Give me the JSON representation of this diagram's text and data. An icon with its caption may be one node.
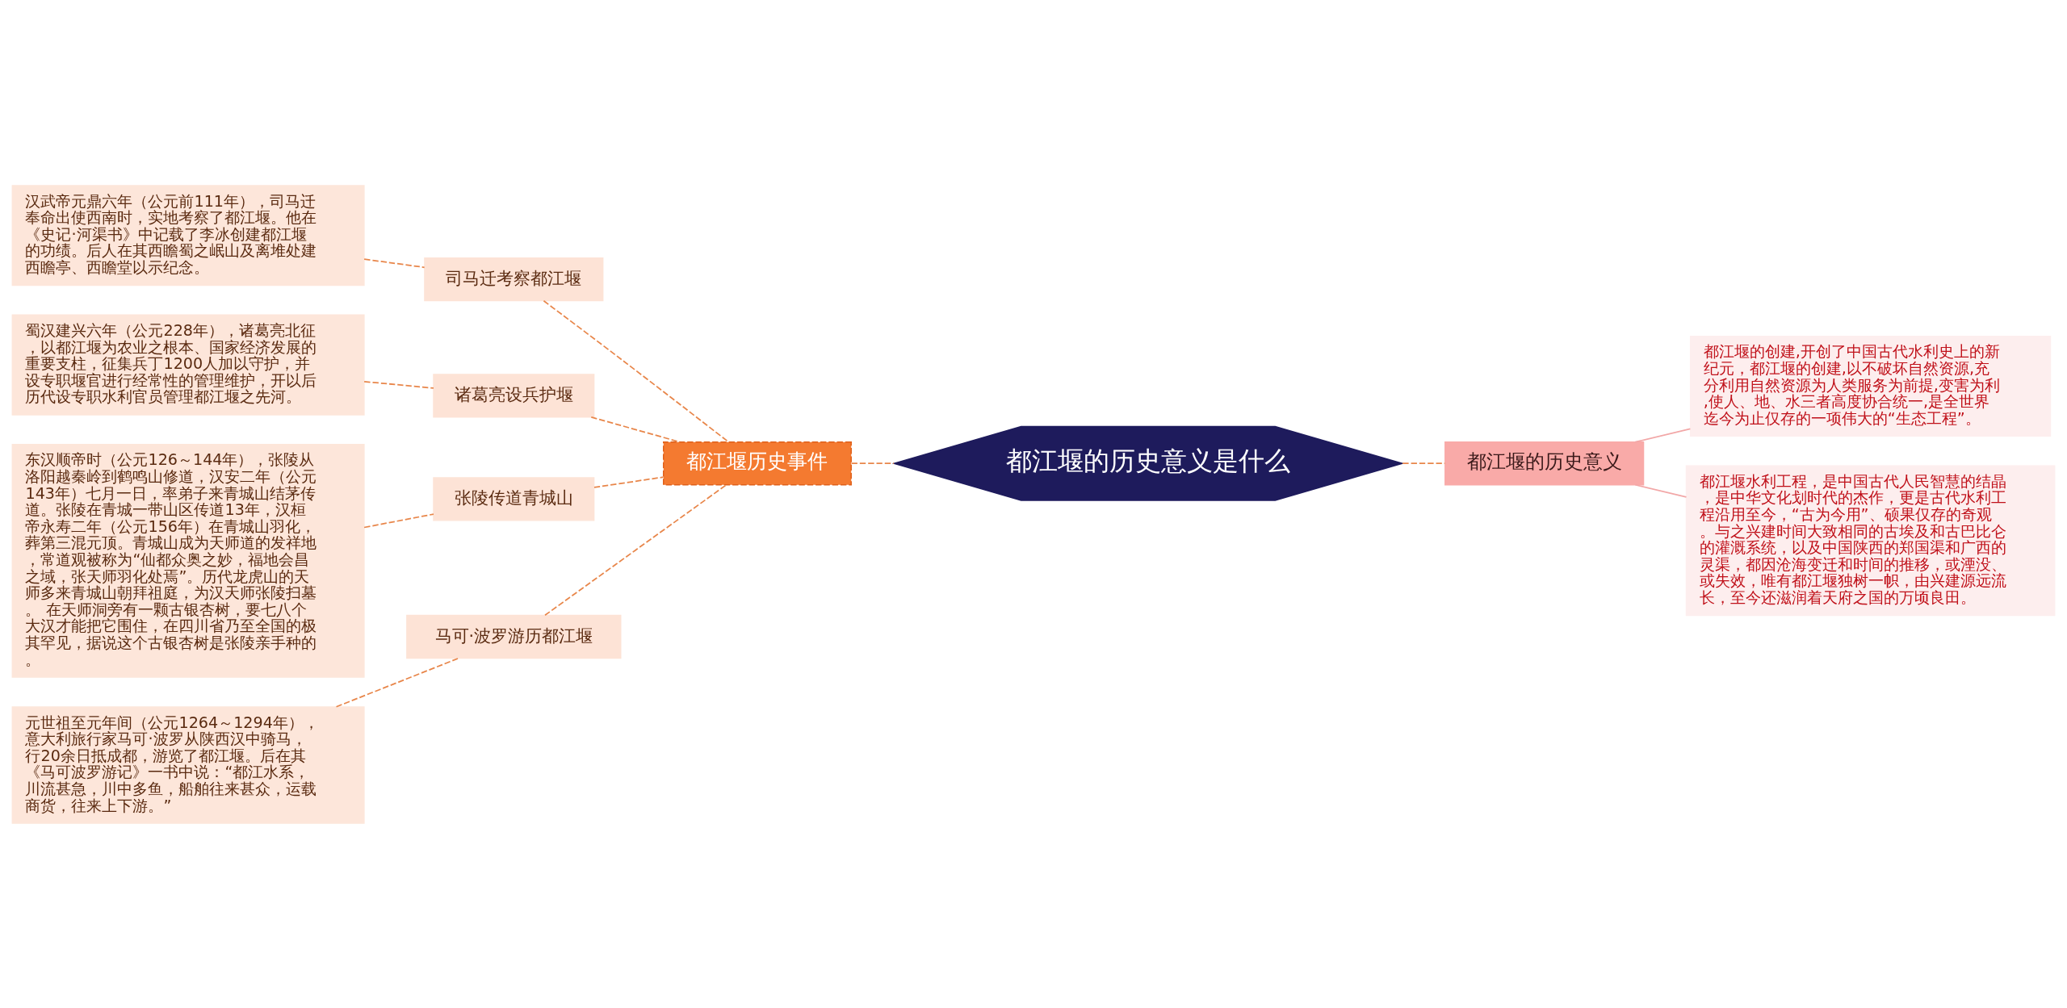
{
  "diagram": {
    "nodes": [
      {
        "text": [
          "都江堰的历史意义是什么"
        ]
      },
      {
        "text": [
          "都江堰历史事件"
        ]
      },
      {
        "text": [
          "司马迁考察都江堰"
        ]
      },
      {
        "text": [
          "汉武帝元鼎六年（公元前111年），司马迁奉命出使西南时，实地考察了都江堰。他在《史记·河渠书》中记载了李冰创建都江堰的功绩。后人在其西瞻蜀之岷山及离堆处建西瞻亭、西瞻堂以示纪念。"
        ]
      },
      {
        "text": [
          "诸葛亮设兵护堰"
        ]
      },
      {
        "text": [
          "蜀汉建兴六年（公元228年），诸葛亮北征，以都江堰为农业之根本、国家经济发展的重要支柱，征集兵丁1200人加以守护，并设专职堰官进行经常性的管理维护，开以后历代设专职水利官员管理都江堰之先河。"
        ]
      },
      {
        "text": [
          "张陵传道青城山"
        ]
      },
      {
        "text": [
          "东汉顺帝时（公元126～144年），张陵从洛阳越秦岭到鹤鸣山修道，汉安二年（公元143年）七月一日，率弟子来青城山结茅传道。张陵在青城一带山区传道13年，汉桓帝永寿二年（公元156年）在青城山羽化，葬第三混元顶。青城山成为天师道的发祥地，常道观被称为“仙都众奥之妙，福地会昌之域，张天师羽化处焉”。历代龙虎山的天师多来青城山朝拜祖庭，为汉天师张陵扫墓。 在天师洞旁有一颗古银杏树，要七八个大汉才能把它围住，在四川省乃至全国的极其罕见，据说这个古银杏树是张陵亲手种的。"
        ]
      },
      {
        "text": [
          "马可·波罗游历都江堰"
        ]
      },
      {
        "text": [
          "元世祖至元年间（公元1264～1294年），意大利旅行家马可·波罗从陕西汉中骑马，行20余日抵成都，游览了都江堰。后在其《马可波罗游记》一书中说：“都江水系，川流甚急，川中多鱼，船舶往来甚众，运载商货，往来上下游。”"
        ]
      },
      {
        "text": [
          "都江堰的历史意义"
        ]
      },
      {
        "text": [
          "都江堰的创建,开创了中国古代水利史上的新纪元，都江堰的创建,以不破坏自然资源,充分利用自然资源为人类服务为前提,变害为利,使人、地、水三者高度协合统一,是全世界迄今为止仅存的一项伟大的“生态工程”。"
        ]
      },
      {
        "text": [
          "都江堰水利工程，是中国古代人民智慧的结晶，是中华文化划时代的杰作，更是古代水利工程沿用至今，“古为今用”、硕果仅存的奇观。与之兴建时间大致相同的古埃及和古巴比仑的灌溉系统，以及中国陕西的郑国渠和广西的灵渠，都因沧海变迁和时间的推移，或湮没、或失效，唯有都江堰独树一帜，由兴建源远流长，至今还滋润着天府之国的万顷良田。"
        ]
      }
    ],
    "edges": [
      {
        "from": 0,
        "to": 1,
        "arrow": "none",
        "style": "dashed"
      },
      {
        "from": 1,
        "to": 2,
        "arrow": "none",
        "style": "dashed"
      },
      {
        "from": 2,
        "to": 3,
        "arrow": "none",
        "style": "dashed"
      },
      {
        "from": 1,
        "to": 4,
        "arrow": "none",
        "style": "dashed"
      },
      {
        "from": 4,
        "to": 5,
        "arrow": "none",
        "style": "dashed"
      },
      {
        "from": 1,
        "to": 6,
        "arrow": "none",
        "style": "dashed"
      },
      {
        "from": 6,
        "to": 7,
        "arrow": "none",
        "style": "dashed"
      },
      {
        "from": 1,
        "to": 8,
        "arrow": "none",
        "style": "dashed"
      },
      {
        "from": 8,
        "to": 9,
        "arrow": "none",
        "style": "dashed"
      },
      {
        "from": 0,
        "to": 10,
        "arrow": "none",
        "style": "dashed"
      },
      {
        "from": 10,
        "to": 11,
        "arrow": "none",
        "color": "#f2a7a7"
      },
      {
        "from": 10,
        "to": 12,
        "arrow": "none",
        "color": "#f2a7a7"
      }
    ]
  }
}
